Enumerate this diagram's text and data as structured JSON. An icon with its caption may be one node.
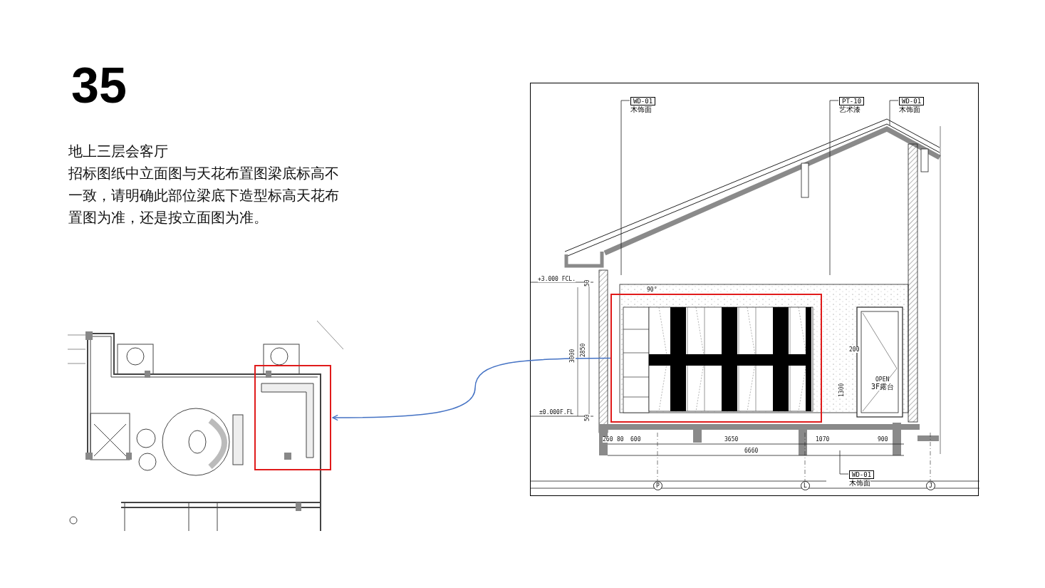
{
  "diagram": {
    "title": "35",
    "nodes": [
      {
        "text": [],
        "shape": "box"
      },
      {
        "text": [],
        "shape": "box"
      },
      {
        "text": [
          "WD-01",
          "木饰面"
        ]
      },
      {
        "text": [
          "PT-10",
          "艺术漆"
        ]
      },
      {
        "text": [
          "WD-01",
          "木饰面"
        ]
      },
      {
        "text": [
          "WD-01",
          "木饰面"
        ]
      }
    ],
    "edges": [
      {
        "from": 0,
        "to": 1,
        "arrow": "to",
        "color": "#4472c4"
      },
      {
        "from": 2,
        "to": null,
        "arrow": "none"
      },
      {
        "from": 3,
        "to": null,
        "arrow": "none"
      },
      {
        "from": 4,
        "to": null,
        "arrow": "none"
      },
      {
        "from": 5,
        "to": null,
        "arrow": "none"
      }
    ],
    "labels": [
      "地上三层会客厅",
      "招标图纸中立面图与天花布置图梁底标高不一致，请明确此部位梁底下造型标高天花布置图为准，还是按立面图为准。",
      "+3.000 FCL.",
      "±0.000F.FL",
      "50",
      "3000",
      "2850",
      "50",
      "90°",
      "200",
      "1300",
      "OPEN",
      "3F露台",
      "260",
      "80",
      "600",
      "3650",
      "1070",
      "900",
      "6660",
      "P",
      "L",
      "J"
    ]
  }
}
